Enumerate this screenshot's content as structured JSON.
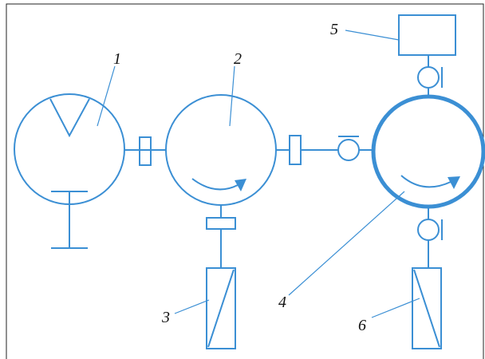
{
  "diagram": {
    "accent_color": "#3b8fd4",
    "labels": {
      "label_1": "1",
      "label_2": "2",
      "label_3": "3",
      "label_4": "4",
      "label_5": "5",
      "label_6": "6"
    }
  }
}
